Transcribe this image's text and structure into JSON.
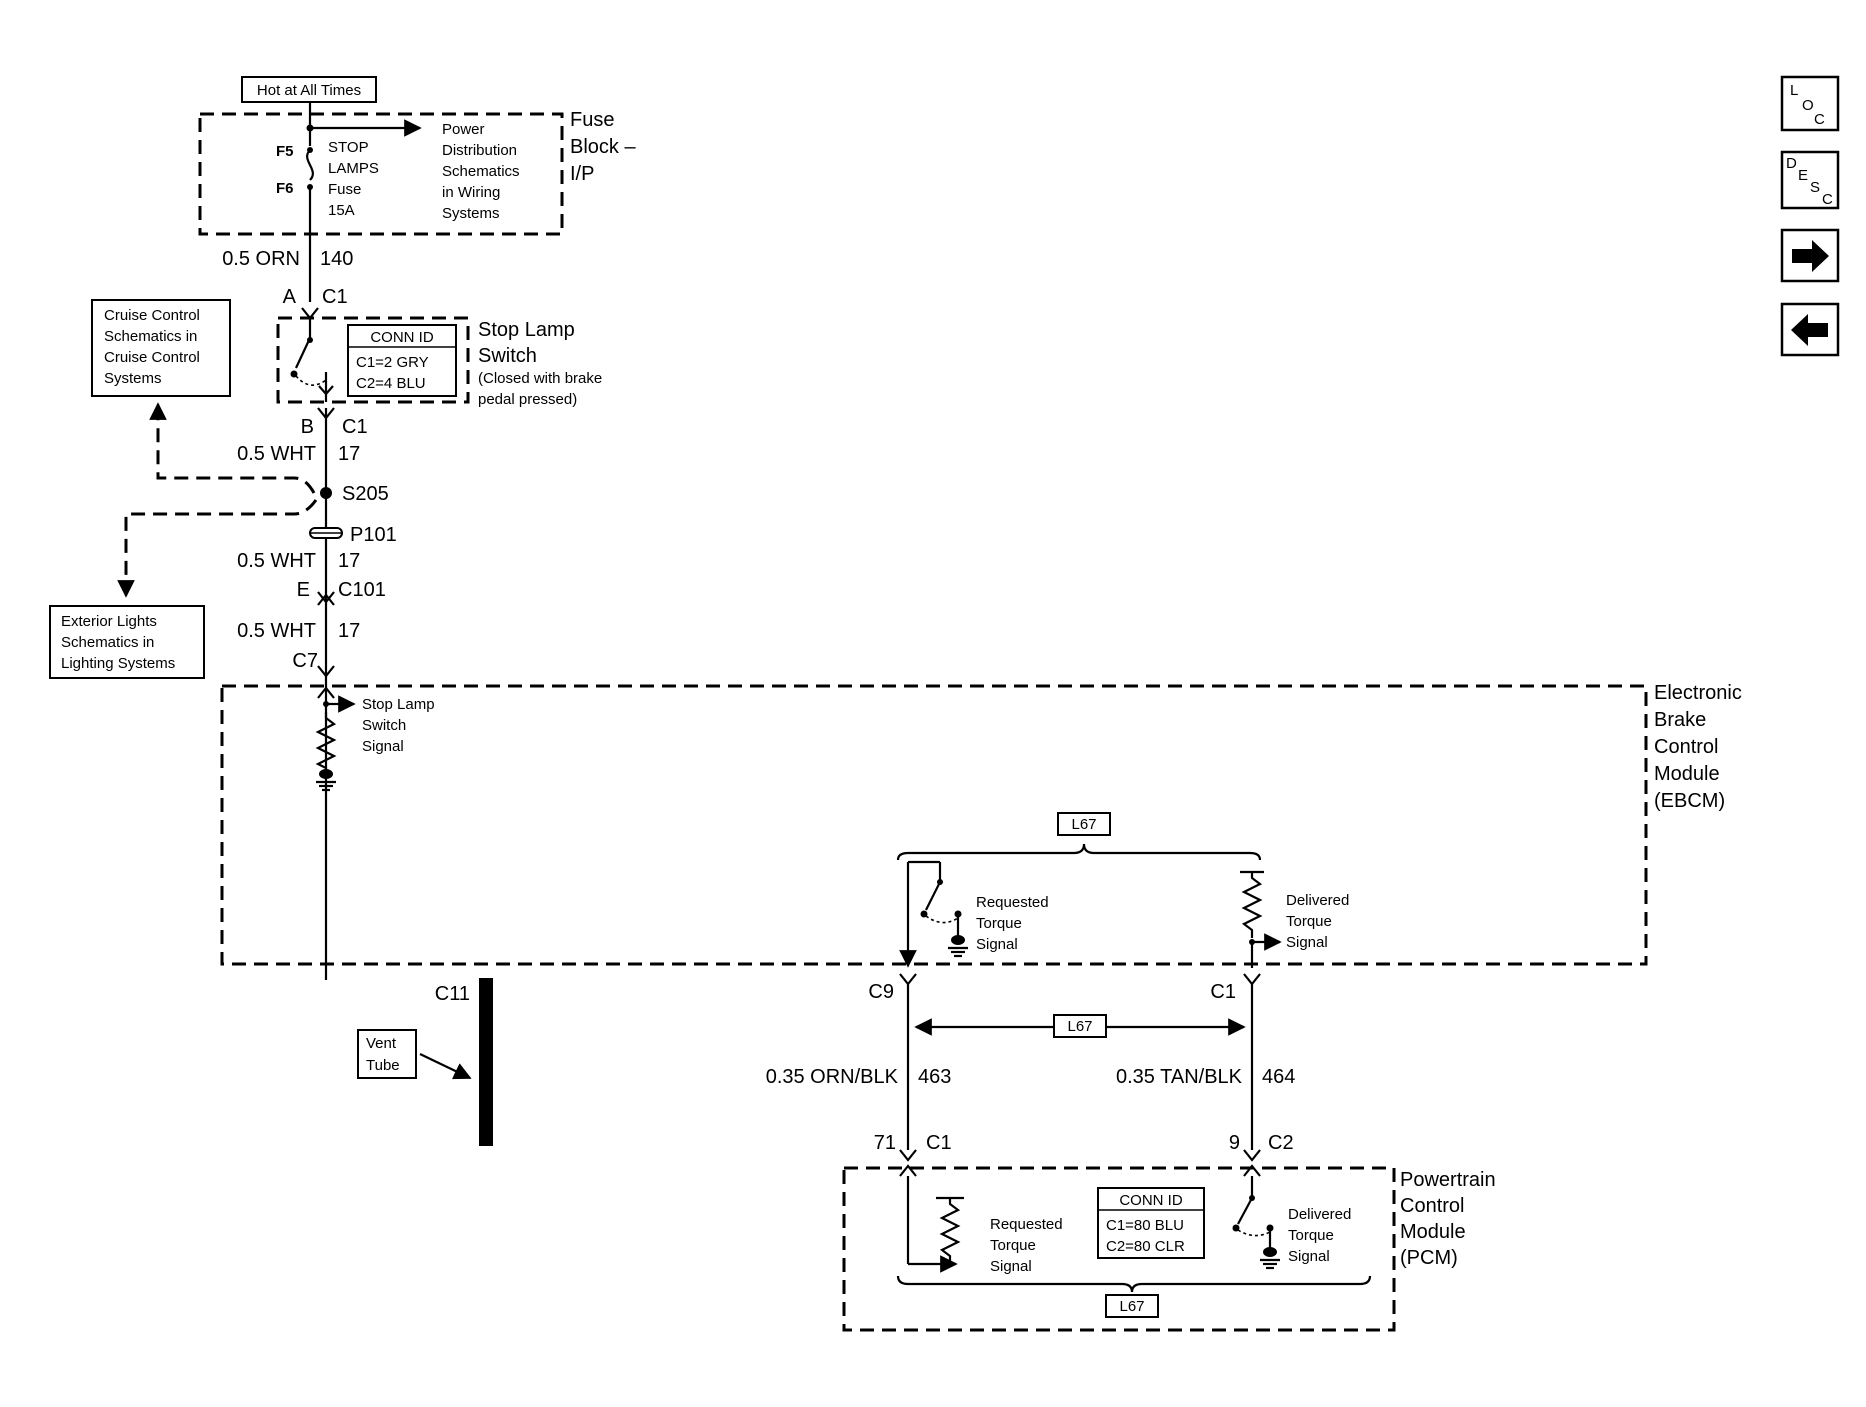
{
  "header_tag": "Hot at All Times",
  "fuse_block": {
    "title_lines": [
      "Fuse",
      "Block –",
      "I/P"
    ],
    "pin_top": "F5",
    "pin_bottom": "F6",
    "fuse_lines": [
      "STOP",
      "LAMPS",
      "Fuse",
      "15A"
    ],
    "power_ref_lines": [
      "Power",
      "Distribution",
      "Schematics",
      "in Wiring",
      "Systems"
    ]
  },
  "wire_orn": {
    "gauge_color": "0.5 ORN",
    "circuit": "140"
  },
  "stop_lamp_switch": {
    "conn_top_pin": "A",
    "conn_top_id": "C1",
    "title_lines": [
      "Stop Lamp",
      "Switch"
    ],
    "note_lines": [
      "(Closed with brake",
      "pedal pressed)"
    ],
    "conn_id_title": "CONN ID",
    "conn_id_lines": [
      "C1=2 GRY",
      "C2=4 BLU"
    ],
    "conn_bottom_pin": "B",
    "conn_bottom_id": "C1"
  },
  "cruise_ref_lines": [
    "Cruise Control",
    "Schematics in",
    "Cruise Control",
    "Systems"
  ],
  "wire_wht_1": {
    "gauge_color": "0.5 WHT",
    "circuit": "17"
  },
  "splice": "S205",
  "passthrough": "P101",
  "wire_wht_2": {
    "gauge_color": "0.5 WHT",
    "circuit": "17"
  },
  "conn_c101": {
    "pin": "E",
    "id": "C101"
  },
  "exterior_ref_lines": [
    "Exterior Lights",
    "Schematics in",
    "Lighting Systems"
  ],
  "wire_wht_3": {
    "gauge_color": "0.5 WHT",
    "circuit": "17"
  },
  "conn_c7": "C7",
  "ebcm": {
    "title_lines": [
      "Electronic",
      "Brake",
      "Control",
      "Module",
      "(EBCM)"
    ],
    "stop_signal_lines": [
      "Stop Lamp",
      "Switch",
      "Signal"
    ],
    "option": "L67",
    "requested_lines": [
      "Requested",
      "Torque",
      "Signal"
    ],
    "delivered_lines": [
      "Delivered",
      "Torque",
      "Signal"
    ],
    "conn_left": "C9",
    "conn_right": "C1"
  },
  "vent": {
    "conn": "C11",
    "label_lines": [
      "Vent",
      "Tube"
    ]
  },
  "middle_option": "L67",
  "wire_463": {
    "gauge_color": "0.35 ORN/BLK",
    "circuit": "463"
  },
  "wire_464": {
    "gauge_color": "0.35 TAN/BLK",
    "circuit": "464"
  },
  "pcm": {
    "pin_left": "71",
    "conn_left": "C1",
    "pin_right": "9",
    "conn_right": "C2",
    "title_lines": [
      "Powertrain",
      "Control",
      "Module",
      "(PCM)"
    ],
    "requested_lines": [
      "Requested",
      "Torque",
      "Signal"
    ],
    "delivered_lines": [
      "Delivered",
      "Torque",
      "Signal"
    ],
    "conn_id_title": "CONN ID",
    "conn_id_lines": [
      "C1=80 BLU",
      "C2=80 CLR"
    ],
    "option": "L67"
  },
  "nav_buttons": [
    {
      "name": "loc-button",
      "icon": "loc-icon",
      "letters": [
        "L",
        "O",
        "C"
      ]
    },
    {
      "name": "desc-button",
      "icon": "desc-icon",
      "letters": [
        "D",
        "E",
        "S",
        "C"
      ]
    },
    {
      "name": "next-button",
      "icon": "arrow-right-icon"
    },
    {
      "name": "back-button",
      "icon": "arrow-left-icon"
    }
  ]
}
